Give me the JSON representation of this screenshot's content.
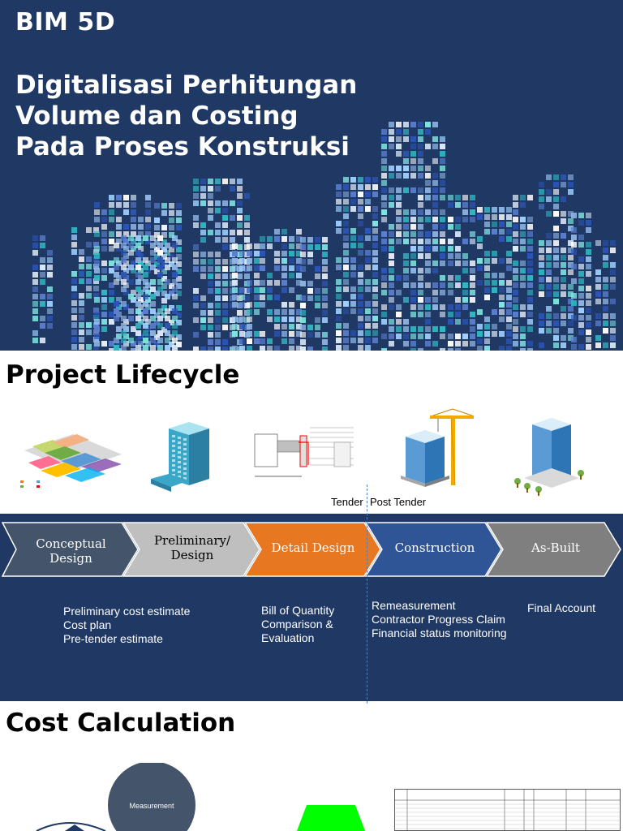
{
  "hero": {
    "title": "BIM 5D",
    "subtitle_lines": [
      "Digitalisasi Perhitungan",
      "Volume dan Costing",
      "Pada Proses Konstruksi"
    ]
  },
  "lifecycle": {
    "heading": "Project Lifecycle",
    "illustrations": [
      "massing-model-icon",
      "building-icon",
      "section-drawing-icon",
      "construction-crane-icon",
      "finished-building-icon"
    ],
    "tender_labels": {
      "tender": "Tender",
      "post_tender": "Post Tender"
    },
    "phases": [
      {
        "label_line1": "Conceptual",
        "label_line2": "Design",
        "color": "#44546a"
      },
      {
        "label_line1": "Preliminary/",
        "label_line2": "Design",
        "color": "#bfbfbf"
      },
      {
        "label_line1": "Detail Design",
        "label_line2": "",
        "color": "#e87722"
      },
      {
        "label_line1": "Construction",
        "label_line2": "",
        "color": "#2f5597"
      },
      {
        "label_line1": "As-Built",
        "label_line2": "",
        "color": "#7f7f7f"
      }
    ],
    "activities": {
      "early": [
        "Preliminary cost estimate",
        "Cost plan",
        "Pre-tender estimate"
      ],
      "detail": [
        "Bill of Quantity",
        "Comparison &",
        "Evaluation"
      ],
      "construction": [
        "Remeasurement",
        "Contractor Progress Claim",
        "Financial status monitoring"
      ],
      "asbuilt": [
        "Final Account"
      ]
    }
  },
  "cost": {
    "heading": "Cost Calculation",
    "circle_label": "Measurement",
    "colors": {
      "circle": "#44546a",
      "trapezoid": "#00ff00"
    }
  }
}
